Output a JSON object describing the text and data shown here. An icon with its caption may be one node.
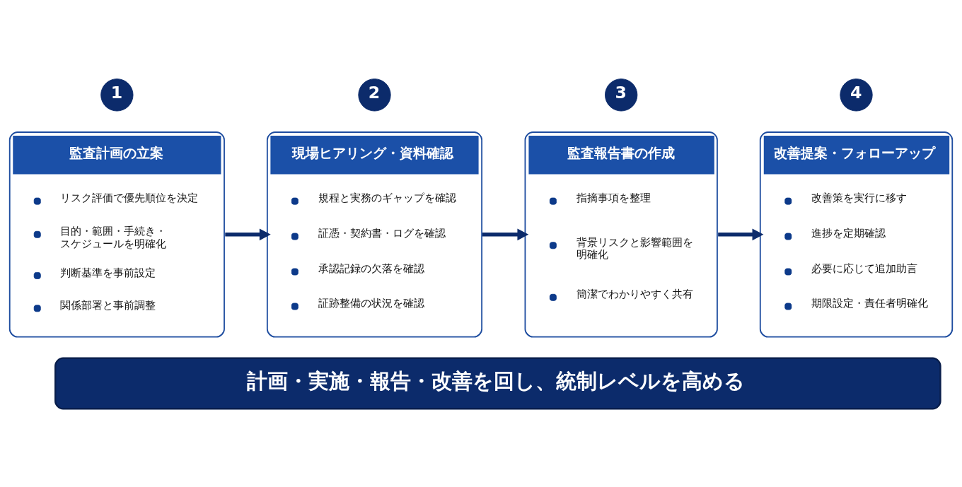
{
  "diagram": {
    "nodes": [
      {
        "text": [
          "1"
        ]
      },
      {
        "text": [
          "監査計画の立案",
          "リスク評価で優先順位を決定",
          "目的・範囲・手続き・スケジュールを明確化",
          "判断基準を事前設定",
          "関係部署と事前調整"
        ]
      },
      {
        "text": [
          "2"
        ]
      },
      {
        "text": [
          "現場ヒアリング・資料確認",
          "規程と実務のギャップを確認",
          "証憑・契約書・ログを確認",
          "承認記録の欠落を確認",
          "証跡整備の状況を確認"
        ]
      },
      {
        "text": [
          "3"
        ]
      },
      {
        "text": [
          "監査報告書の作成",
          "指摘事項を整理",
          "背景リスクと影響範囲を明確化",
          "簡潔でわかりやすく共有"
        ]
      },
      {
        "text": [
          "4"
        ]
      },
      {
        "text": [
          "改善提案・フォローアップ",
          "改善策を実行に移す",
          "進捗を定期確認",
          "必要に応じて追加助言",
          "期限設定・責任者明確化"
        ]
      },
      {
        "text": [
          "計画・実施・報告・改善を回し、統制レベルを高める"
        ]
      }
    ],
    "edges": [
      {
        "from": 1,
        "to": 3,
        "arrow": "to"
      },
      {
        "from": 3,
        "to": 5,
        "arrow": "to"
      },
      {
        "from": 5,
        "to": 7,
        "arrow": "to"
      }
    ]
  }
}
